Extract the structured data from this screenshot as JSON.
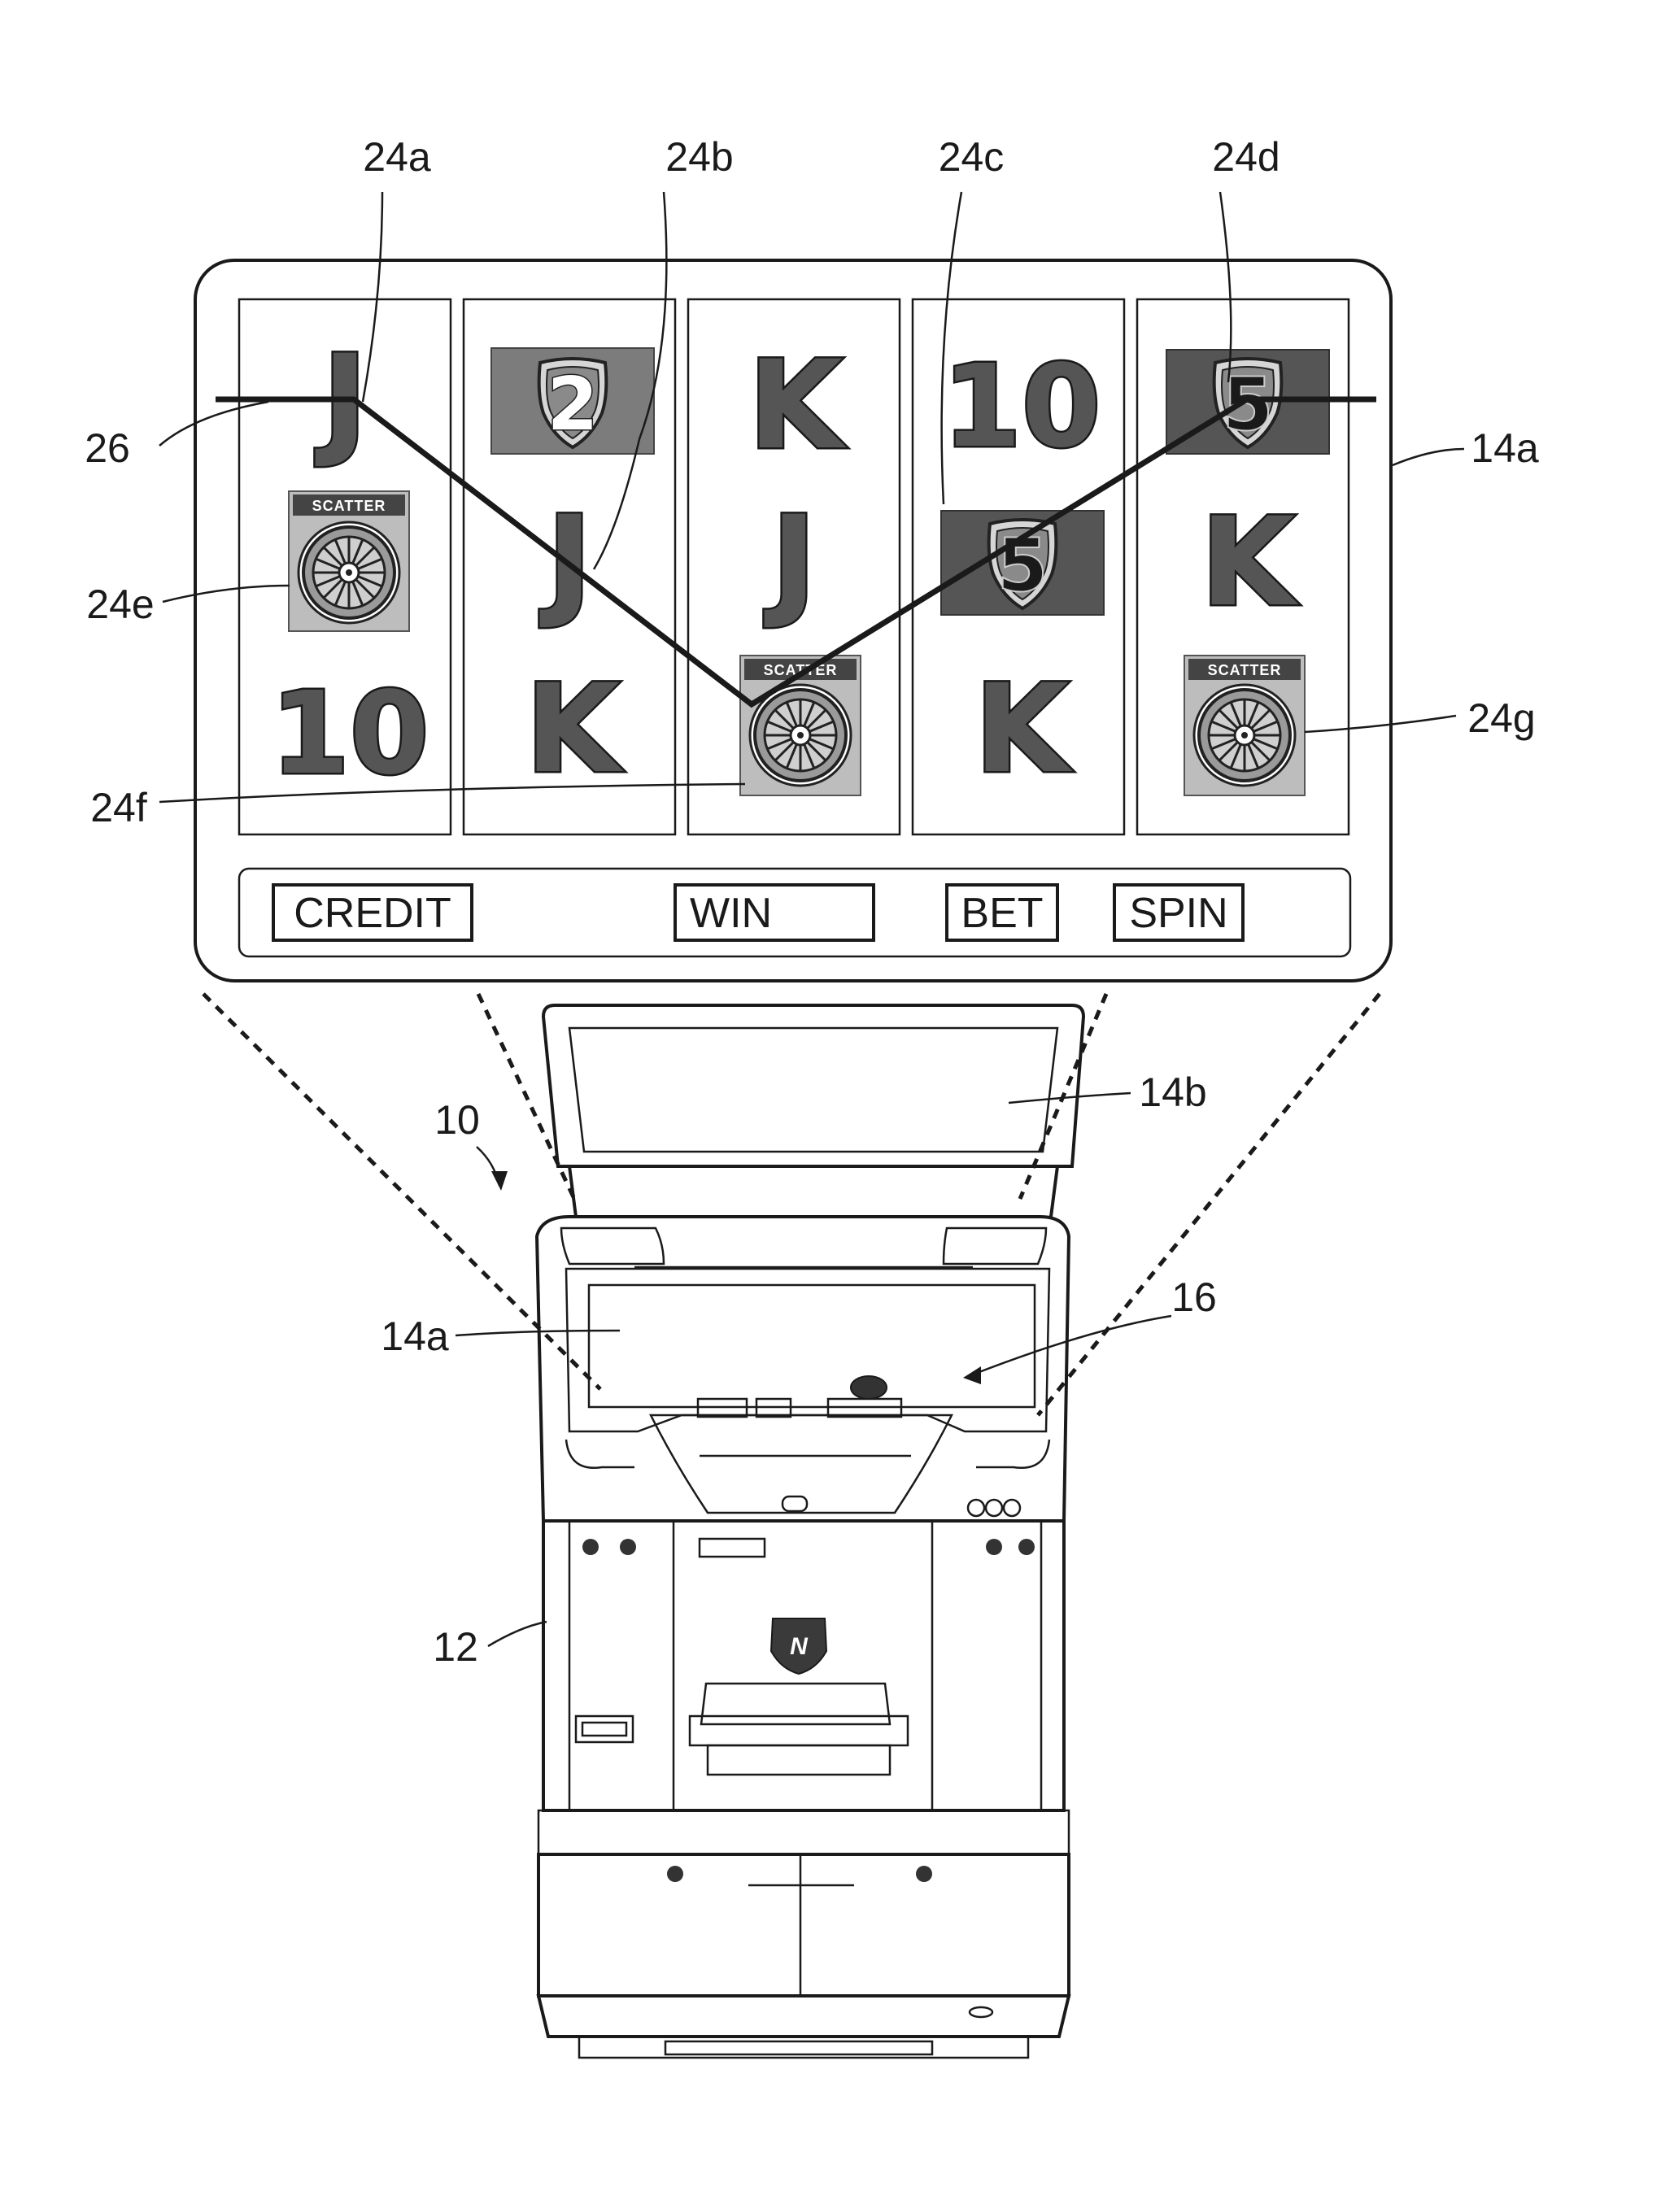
{
  "labels": {
    "l24a": "24a",
    "l24b": "24b",
    "l24c": "24c",
    "l24d": "24d",
    "l24e": "24e",
    "l24f": "24f",
    "l24g": "24g",
    "l26": "26",
    "l14a_top": "14a",
    "l14b": "14b",
    "l10": "10",
    "l14a_cab": "14a",
    "l16": "16",
    "l12": "12"
  },
  "buttons": {
    "credit": "CREDIT",
    "win": "WIN",
    "bet": "BET",
    "spin": "SPIN"
  },
  "reels": {
    "r1": {
      "s1": "J",
      "s2": "SCATTER",
      "s3": "10"
    },
    "r2": {
      "s1": "2",
      "s2": "J",
      "s3": "K"
    },
    "r3": {
      "s1": "K",
      "s2": "J",
      "s3": "SCATTER"
    },
    "r4": {
      "s1": "10",
      "s2": "5",
      "s3": "K"
    },
    "r5": {
      "s1": "5",
      "s2": "K",
      "s3": "SCATTER"
    }
  },
  "logo_letter": "N"
}
